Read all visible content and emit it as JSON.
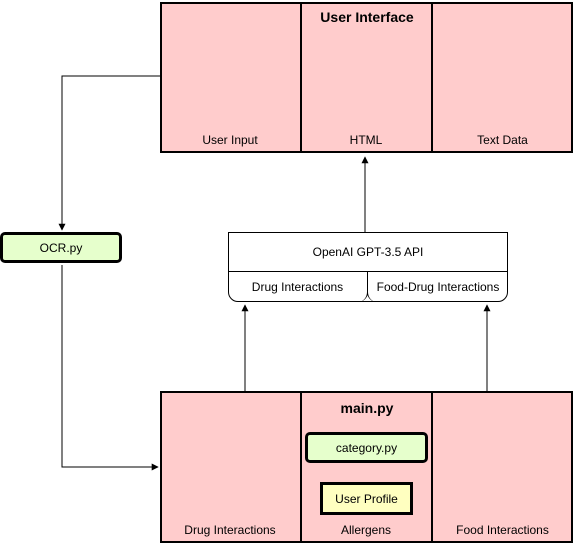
{
  "ui_box": {
    "title": "User Interface",
    "sections": [
      "User Input",
      "HTML",
      "Text Data"
    ]
  },
  "ocr": {
    "label": "OCR.py"
  },
  "api": {
    "title": "OpenAI GPT-3.5 API",
    "left_label": "Drug Interactions",
    "right_label": "Food-Drug Interactions"
  },
  "main_box": {
    "title": "main.py",
    "sections": [
      "Drug Interactions",
      "Allergens",
      "Food Interactions"
    ],
    "category": "category.py",
    "profile": "User Profile"
  },
  "colors": {
    "container_fill": "#ffcccc",
    "module_fill": "#e6ffcc",
    "profile_fill": "#ffffc0",
    "stroke": "#000000"
  }
}
